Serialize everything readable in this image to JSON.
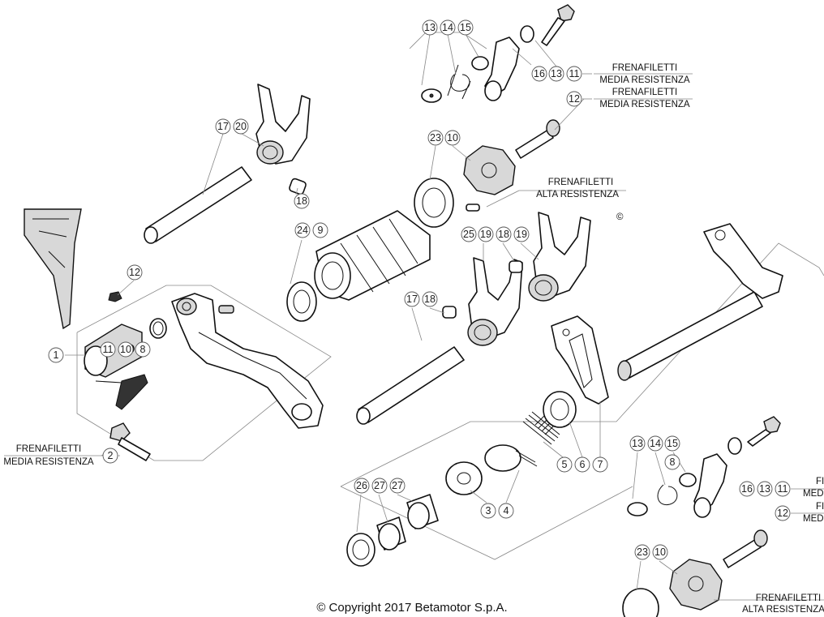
{
  "callouts": {
    "c13a": "13",
    "c14a": "14",
    "c15a": "15",
    "c16a": "16",
    "c13b": "13",
    "c11a": "11",
    "c12a": "12",
    "c17a": "17",
    "c20": "20",
    "c18a": "18",
    "c23a": "23",
    "c10a": "10",
    "c24": "24",
    "c9": "9",
    "c25": "25",
    "c19a": "19",
    "c18b": "18",
    "c19b": "19",
    "c12b": "12",
    "c1": "1",
    "c11b": "11",
    "c10b": "10",
    "c8a": "8",
    "c17b": "17",
    "c18c": "18",
    "c5": "5",
    "c6": "6",
    "c7": "7",
    "c2": "2",
    "c3": "3",
    "c4": "4",
    "c26": "26",
    "c27a": "27",
    "c27b": "27",
    "c13c": "13",
    "c14b": "14",
    "c15b": "15",
    "c8b": "8",
    "c16b": "16",
    "c13d": "13",
    "c11c": "11",
    "c12c": "12",
    "c23b": "23",
    "c10c": "10"
  },
  "notes": {
    "n1_line1": "FRENAFILETTI",
    "n1_line2": "MEDIA RESISTENZA",
    "n2_line1": "FRENAFILETTI",
    "n2_line2": "MEDIA RESISTENZA",
    "n3_line1": "FRENAFILETTI",
    "n3_line2": "ALTA RESISTENZA",
    "n4_line1": "FRENAFILETTI",
    "n4_line2": "MEDIA RESISTENZA",
    "n5_line1": "FI",
    "n5_line2": "MED",
    "n6_line1": "FI",
    "n6_line2": "MED",
    "n7_line1": "FRENAFILETTI",
    "n7_line2": "ALTA RESISTENZA",
    "partial_symbol": "©"
  },
  "copyright": "© Copyright 2017 Betamotor S.p.A."
}
